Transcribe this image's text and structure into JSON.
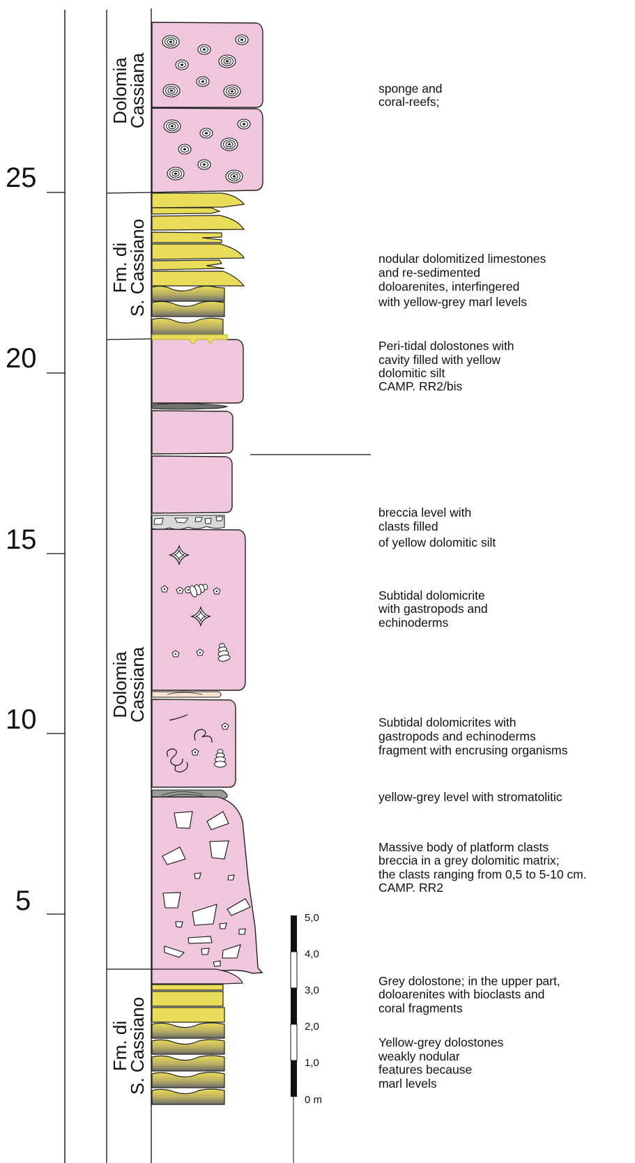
{
  "axis": {
    "ticks": [
      {
        "label": "25",
        "value": 25
      },
      {
        "label": "20",
        "value": 20
      },
      {
        "label": "15",
        "value": 15
      },
      {
        "label": "10",
        "value": 10
      },
      {
        "label": "5",
        "value": 5
      }
    ]
  },
  "formations": [
    {
      "id": "dolomia-upper",
      "line1": "Dolomia",
      "line2": "Cassiana"
    },
    {
      "id": "cassiano-upper",
      "line1": "Fm. di",
      "line2": "S. Cassiano"
    },
    {
      "id": "dolomia-middle",
      "line1": "Dolomia",
      "line2": "Cassiana"
    },
    {
      "id": "cassiano-lower",
      "line1": "Fm. di",
      "line2": "S. Cassiano"
    }
  ],
  "descriptions": [
    {
      "id": "reefs",
      "lines": [
        "sponge and",
        "coral-reefs;"
      ]
    },
    {
      "id": "nodular",
      "lines": [
        "nodular dolomitized limestones",
        "and re-sedimented",
        "doloarenites, interfingered",
        "with yellow-grey marl levels"
      ]
    },
    {
      "id": "peritidal",
      "lines": [
        "Peri-tidal dolostones with",
        "cavity filled with yellow",
        "dolomitic silt",
        "CAMP. RR2/bis"
      ]
    },
    {
      "id": "breccia-level",
      "lines": [
        "breccia level with",
        "clasts filled",
        "of yellow dolomitic silt"
      ]
    },
    {
      "id": "subtidal-1",
      "lines": [
        "Subtidal dolomicrite",
        "with gastropods and",
        "echinoderms"
      ]
    },
    {
      "id": "subtidal-2",
      "lines": [
        "Subtidal dolomicrites with",
        "gastropods and echinoderms",
        "fragment with encrusing organisms"
      ]
    },
    {
      "id": "stromatolitic",
      "lines": [
        "yellow-grey level with stromatolitic"
      ]
    },
    {
      "id": "massive",
      "lines": [
        "Massive body of platform clasts",
        "breccia in a grey dolomitic matrix;",
        "the clasts ranging from 0,5 to 5-10 cm.",
        "CAMP. RR2"
      ]
    },
    {
      "id": "grey-dolostone",
      "lines": [
        "Grey dolostone; in the upper part,",
        "doloarenites with bioclasts and",
        "coral fragments"
      ]
    },
    {
      "id": "yellow-grey",
      "lines": [
        "Yellow-grey dolostones",
        "weakly nodular",
        "features because",
        "marl levels"
      ]
    }
  ],
  "scale_bar": {
    "labels": [
      "5,0",
      "4,0",
      "3,0",
      "2,0",
      "1,0",
      "0 m"
    ]
  },
  "colors": {
    "dolomite_pink": "#efc6dc",
    "marl_yellow": "#e9dc58",
    "breccia_grey": "#d4d4d4",
    "stromatolite_grey": "#9a9a9a",
    "outline": "#222222"
  }
}
